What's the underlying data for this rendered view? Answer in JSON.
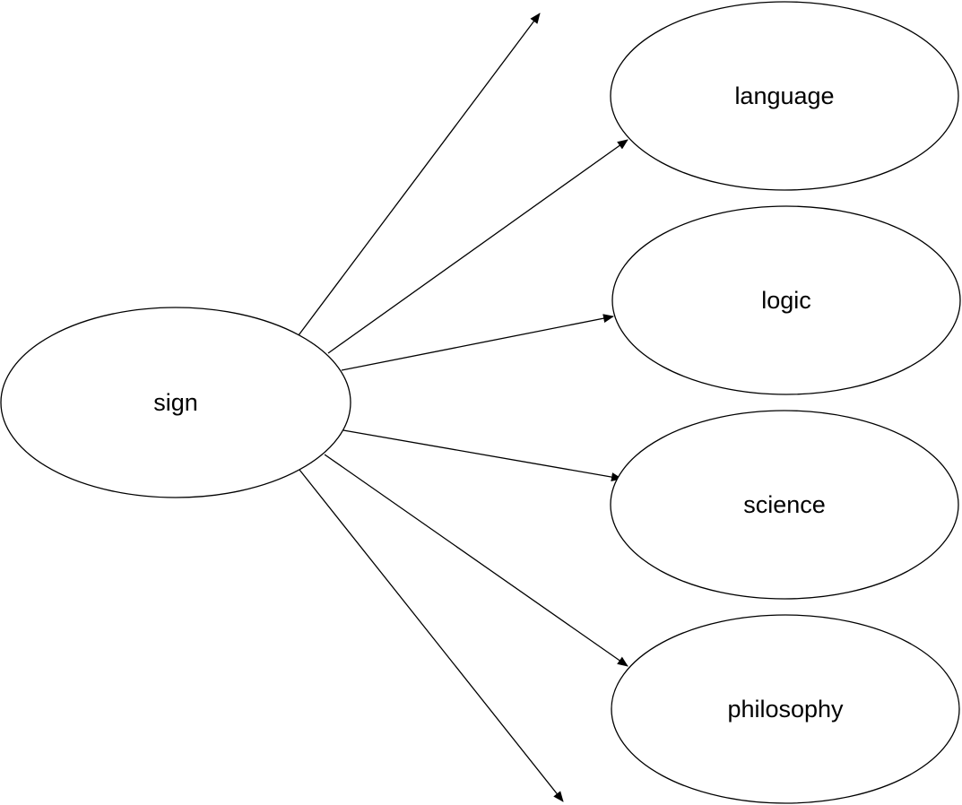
{
  "diagram": {
    "source": {
      "label": "sign"
    },
    "targets": [
      {
        "label": "language"
      },
      {
        "label": "logic"
      },
      {
        "label": "science"
      },
      {
        "label": "philosophy"
      }
    ],
    "dangling_arrows": 2,
    "colors": {
      "stroke": "#000000",
      "fill": "#ffffff",
      "text": "#000000"
    }
  }
}
